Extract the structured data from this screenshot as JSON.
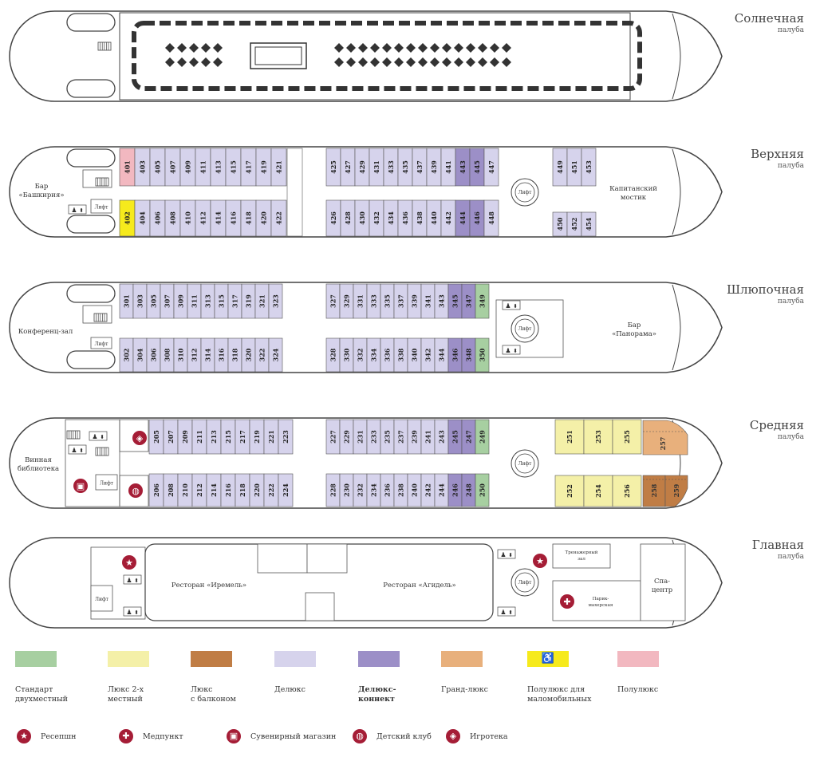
{
  "decks": [
    {
      "id": "sun",
      "name": "Солнечная",
      "sub": "палуба"
    },
    {
      "id": "upper",
      "name": "Верхняя",
      "sub": "палуба"
    },
    {
      "id": "boat",
      "name": "Шлюпочная",
      "sub": "палуба"
    },
    {
      "id": "middle",
      "name": "Средняя",
      "sub": "палуба"
    },
    {
      "id": "main",
      "name": "Главная",
      "sub": "палуба"
    }
  ],
  "labels": {
    "lift": "Лифт",
    "bar_bashkiria": "Бар\n«Башкирия»",
    "captain_bridge": "Капитанский\nмостик",
    "conference": "Конференц-зал",
    "bar_panorama": "Бар\n«Панорама»",
    "wine_library": "Винная\nбиблиотека",
    "restaurant_iremel": "Ресторан «Иремель»",
    "restaurant_agidel": "Ресторан «Агидель»",
    "gym": "Тренажерный\nзал",
    "hairdresser": "Парик-\nмахерская",
    "spa": "Спа-\nцентр"
  },
  "colors": {
    "standard": "#a7cfa1",
    "lux2": "#f4f0a8",
    "lux_balcony": "#c07d45",
    "deluxe": "#d6d3ec",
    "deluxe_connect": "#9c8fc7",
    "grand_lux": "#e8b07c",
    "semilux_disabled": "#f6ea1c",
    "semilux": "#f2b8c0",
    "icon_red": "#a51d36"
  },
  "cabins": {
    "upper_top_a": [
      "401",
      "403",
      "405",
      "407",
      "409",
      "411",
      "413",
      "415",
      "417",
      "419",
      "421"
    ],
    "upper_bot_a": [
      "402",
      "404",
      "406",
      "408",
      "410",
      "412",
      "414",
      "416",
      "418",
      "420",
      "422"
    ],
    "upper_top_b": [
      "425",
      "427",
      "429",
      "431",
      "433",
      "435",
      "437",
      "439",
      "441",
      "443",
      "445",
      "447"
    ],
    "upper_bot_b": [
      "426",
      "428",
      "430",
      "432",
      "434",
      "436",
      "438",
      "440",
      "442",
      "444",
      "446",
      "448"
    ],
    "upper_top_c": [
      "449",
      "451",
      "453"
    ],
    "upper_bot_c": [
      "450",
      "452",
      "454"
    ],
    "boat_top_a": [
      "301",
      "303",
      "305",
      "307",
      "309",
      "311",
      "313",
      "315",
      "317",
      "319",
      "321",
      "323"
    ],
    "boat_bot_a": [
      "302",
      "304",
      "306",
      "308",
      "310",
      "312",
      "314",
      "316",
      "318",
      "320",
      "322",
      "324"
    ],
    "boat_top_b": [
      "327",
      "329",
      "331",
      "333",
      "335",
      "337",
      "339",
      "341",
      "343",
      "345",
      "347",
      "349"
    ],
    "boat_bot_b": [
      "328",
      "330",
      "332",
      "334",
      "336",
      "338",
      "340",
      "342",
      "344",
      "346",
      "348",
      "350"
    ],
    "mid_top_a": [
      "205",
      "207",
      "209",
      "211",
      "213",
      "215",
      "217",
      "219",
      "221",
      "223"
    ],
    "mid_bot_a": [
      "206",
      "208",
      "210",
      "212",
      "214",
      "216",
      "218",
      "220",
      "222",
      "224"
    ],
    "mid_top_b": [
      "227",
      "229",
      "231",
      "233",
      "235",
      "237",
      "239",
      "241",
      "243",
      "245",
      "247",
      "249"
    ],
    "mid_bot_b": [
      "228",
      "230",
      "232",
      "234",
      "236",
      "238",
      "240",
      "242",
      "244",
      "246",
      "248",
      "250"
    ],
    "mid_top_lux": [
      "251",
      "253",
      "255"
    ],
    "mid_bot_lux": [
      "252",
      "254",
      "256"
    ],
    "mid_grand": "257",
    "mid_balcony": [
      "258",
      "259"
    ]
  },
  "legend": [
    {
      "key": "standard",
      "label": "Стандарт\nдвухместный"
    },
    {
      "key": "lux2",
      "label": "Люкс 2-х\nместный"
    },
    {
      "key": "lux_balcony",
      "label": "Люкс\nс балконом"
    },
    {
      "key": "deluxe",
      "label": "Делюкс"
    },
    {
      "key": "deluxe_connect",
      "label": "Делюкс-\nконнект"
    },
    {
      "key": "grand_lux",
      "label": "Гранд-люкс"
    },
    {
      "key": "semilux_disabled",
      "label": "Полулюкс для\nмаломобильных"
    },
    {
      "key": "semilux",
      "label": "Полулюкс"
    }
  ],
  "icon_legend": [
    {
      "icon": "star-icon",
      "label": "Ресепшн"
    },
    {
      "icon": "medical-cross-icon",
      "label": "Медпункт"
    },
    {
      "icon": "gift-icon",
      "label": "Сувенирный магазин"
    },
    {
      "icon": "kids-club-icon",
      "label": "Детский клуб"
    },
    {
      "icon": "game-room-icon",
      "label": "Игротека"
    }
  ]
}
